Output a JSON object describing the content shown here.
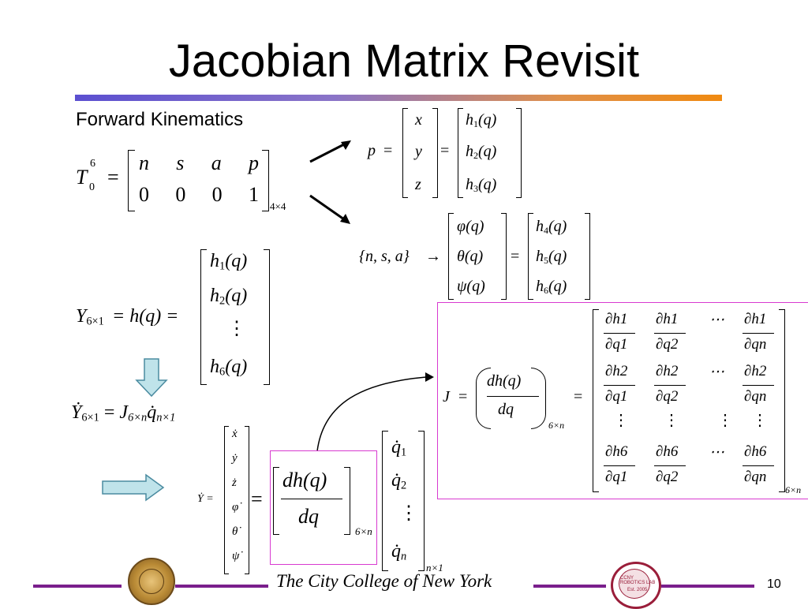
{
  "slide": {
    "title": "Jacobian Matrix Revisit",
    "subtitle": "Forward Kinematics",
    "footer_text": "The City College of New York",
    "page_number": "10",
    "accent_colors": {
      "rule_start": "#5b4fd0",
      "rule_end": "#f08a10",
      "footer_line": "#7a1f8c",
      "highlight_box": "#d83ad0",
      "arrow_fill": "#bfe3ea"
    },
    "left_seal": {
      "label": "city college seal"
    },
    "right_seal": {
      "label": "robotics lab logo",
      "ring_text": "CCNY ROBOTICS LAB",
      "est_text": "Est. 2005"
    }
  },
  "eq_T": {
    "lhs_T": "T",
    "lhs_sup": "6",
    "lhs_sub": "0",
    "eq": "=",
    "row1": [
      "n",
      "s",
      "a",
      "p"
    ],
    "row2": [
      "0",
      "0",
      "0",
      "1"
    ],
    "size": "4×4"
  },
  "eq_p": {
    "lhs": "p",
    "eq": "=",
    "vec": [
      "x",
      "y",
      "z"
    ],
    "h": [
      {
        "h": "h",
        "i": "1",
        "q": "(q)"
      },
      {
        "h": "h",
        "i": "2",
        "q": "(q)"
      },
      {
        "h": "h",
        "i": "3",
        "q": "(q)"
      }
    ]
  },
  "eq_nsa": {
    "lhs": "{n, s, a}",
    "arrow": "→",
    "eq": "=",
    "angles": [
      "φ(q)",
      "θ(q)",
      "ψ(q)"
    ],
    "h": [
      {
        "h": "h",
        "i": "4",
        "q": "(q)"
      },
      {
        "h": "h",
        "i": "5",
        "q": "(q)"
      },
      {
        "h": "h",
        "i": "6",
        "q": "(q)"
      }
    ]
  },
  "eq_Y": {
    "Y": "Y",
    "Y_sub": "6×1",
    "mid": "= h(q) =",
    "h1": "h",
    "h1_i": "1",
    "h2": "h",
    "h2_i": "2",
    "vdots": "⋮",
    "h6": "h",
    "h6_i": "6",
    "q": "(q)"
  },
  "eq_Ydot": {
    "Y": "Ẏ",
    "Y_sub": "6×1",
    "eq": "=",
    "J": "J",
    "J_sub": "6×n",
    "q": "q̇",
    "q_sub": "n×1"
  },
  "eq_bottom": {
    "Ylhs": "Ẏ =",
    "Yvec": [
      "ẋ",
      "ẏ",
      "ż",
      "φ̇",
      "θ̇",
      "ψ̇"
    ],
    "eq": "=",
    "num": "dh(q)",
    "den": "dq",
    "size": "6×n",
    "qvec": [
      "q̇",
      "q̇",
      "⋮",
      "q̇"
    ],
    "qsubs": [
      "1",
      "2",
      "",
      "n"
    ],
    "qsize": "n×1"
  },
  "eq_J": {
    "J": "J",
    "eq1": "=",
    "num": "dh(q)",
    "den": "dq",
    "size": "6×n",
    "eq2": "=",
    "rows": [
      {
        "nums": [
          "∂h1",
          "∂h1",
          "⋯",
          "∂h1"
        ],
        "dens": [
          "∂q1",
          "∂q2",
          "",
          "∂qn"
        ]
      },
      {
        "nums": [
          "∂h2",
          "∂h2",
          "⋯",
          "∂h2"
        ],
        "dens": [
          "∂q1",
          "∂q2",
          "",
          "∂qn"
        ]
      },
      {
        "vdots": "⋮"
      },
      {
        "nums": [
          "∂h6",
          "∂h6",
          "⋯",
          "∂h6"
        ],
        "dens": [
          "∂q1",
          "∂q2",
          "",
          "∂qn"
        ]
      }
    ],
    "matrix_size": "6×n"
  }
}
